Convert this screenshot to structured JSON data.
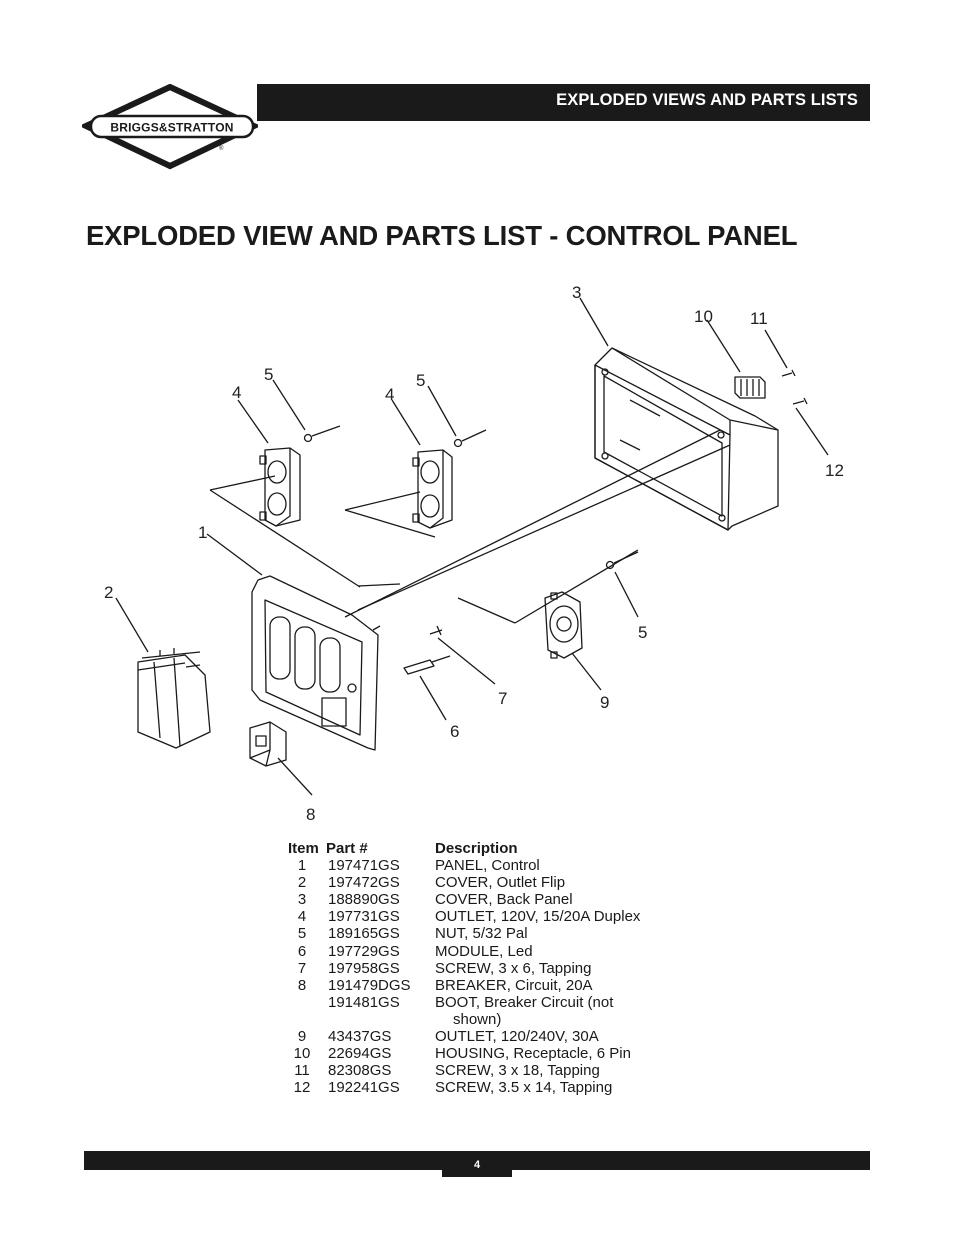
{
  "brand": {
    "name": "BRIGGS&STRATTON",
    "registered": "®"
  },
  "header": {
    "section": "EXPLODED VIEWS AND PARTS LISTS"
  },
  "title": "EXPLODED VIEW AND PARTS LIST - CONTROL PANEL",
  "diagram": {
    "callouts": [
      "1",
      "2",
      "3",
      "4",
      "5",
      "4",
      "5",
      "5",
      "6",
      "7",
      "8",
      "9",
      "10",
      "11",
      "12"
    ]
  },
  "parts_list": {
    "headers": {
      "item": "Item",
      "part": "Part #",
      "description": "Description"
    },
    "rows": [
      {
        "item": "1",
        "part": "197471GS",
        "description": "PANEL, Control"
      },
      {
        "item": "2",
        "part": "197472GS",
        "description": "COVER, Outlet Flip"
      },
      {
        "item": "3",
        "part": "188890GS",
        "description": "COVER, Back Panel"
      },
      {
        "item": "4",
        "part": "197731GS",
        "description": "OUTLET, 120V, 15/20A Duplex"
      },
      {
        "item": "5",
        "part": "189165GS",
        "description": "NUT, 5/32 Pal"
      },
      {
        "item": "6",
        "part": "197729GS",
        "description": "MODULE, Led"
      },
      {
        "item": "7",
        "part": "197958GS",
        "description": "SCREW, 3 x 6, Tapping"
      },
      {
        "item": "8",
        "part": "191479DGS",
        "description": "BREAKER, Circuit, 20A"
      },
      {
        "item": "",
        "part": "191481GS",
        "description": "BOOT, Breaker Circuit (not",
        "description_cont": "shown)"
      },
      {
        "item": "9",
        "part": "43437GS",
        "description": "OUTLET, 120/240V, 30A"
      },
      {
        "item": "10",
        "part": "22694GS",
        "description": "HOUSING, Receptacle, 6 Pin"
      },
      {
        "item": "11",
        "part": "82308GS",
        "description": "SCREW, 3 x 18, Tapping"
      },
      {
        "item": "12",
        "part": "192241GS",
        "description": "SCREW, 3.5 x 14, Tapping"
      }
    ]
  },
  "footer": {
    "page_number": "4"
  }
}
